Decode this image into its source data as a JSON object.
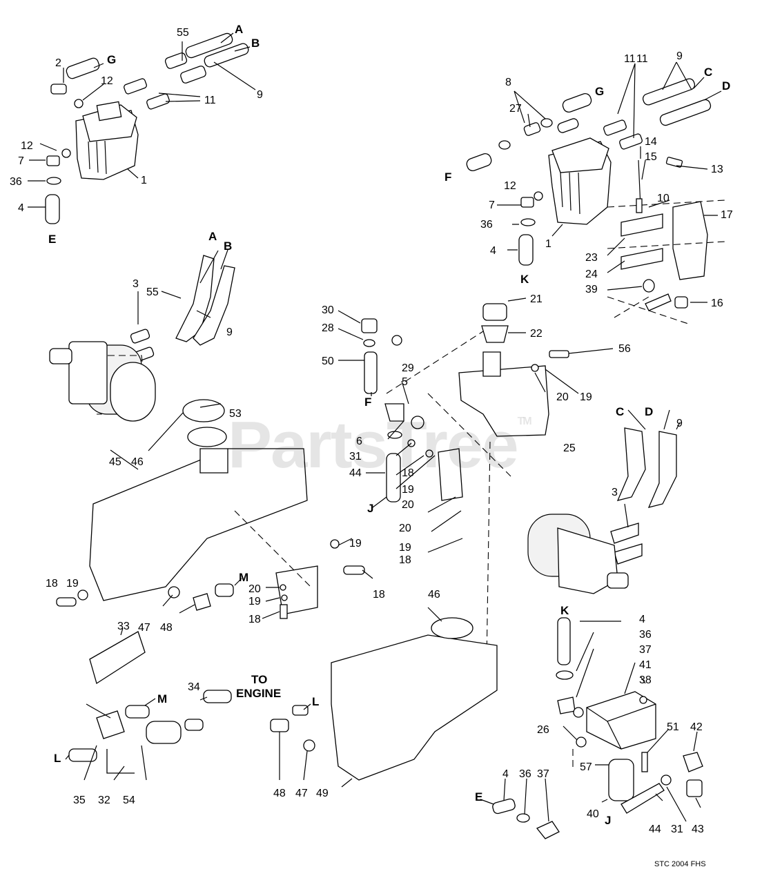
{
  "watermark": {
    "text": "PartsTree",
    "tm": "TM"
  },
  "diagram_code": "STC 2004 FHS",
  "callouts": [
    "55",
    "A",
    "B",
    "2",
    "G",
    "12",
    "11",
    "9",
    "12",
    "7",
    "36",
    "4",
    "E",
    "1",
    "8",
    "9",
    "C",
    "D",
    "27",
    "G",
    "11",
    "11",
    "14",
    "15",
    "13",
    "10",
    "17",
    "12",
    "7",
    "36",
    "1",
    "23",
    "24",
    "4",
    "K",
    "39",
    "16",
    "A",
    "B",
    "3",
    "55",
    "9",
    "30",
    "28",
    "50",
    "29",
    "F",
    "21",
    "22",
    "56",
    "19",
    "20",
    "5",
    "6",
    "31",
    "44",
    "18",
    "19",
    "20",
    "J",
    "25",
    "20",
    "19",
    "18",
    "53",
    "46",
    "45",
    "C",
    "D",
    "9",
    "3",
    "19",
    "18",
    "19",
    "18",
    "20",
    "19",
    "18",
    "47",
    "48",
    "M",
    "33",
    "34",
    "TO",
    "ENGINE",
    "M",
    "L",
    "35",
    "32",
    "54",
    "46",
    "L",
    "48",
    "47",
    "49",
    "K",
    "4",
    "36",
    "37",
    "41",
    "38",
    "26",
    "51",
    "42",
    "57",
    "40",
    "J",
    "44",
    "31",
    "43",
    "E",
    "4",
    "36",
    "37",
    "F"
  ]
}
